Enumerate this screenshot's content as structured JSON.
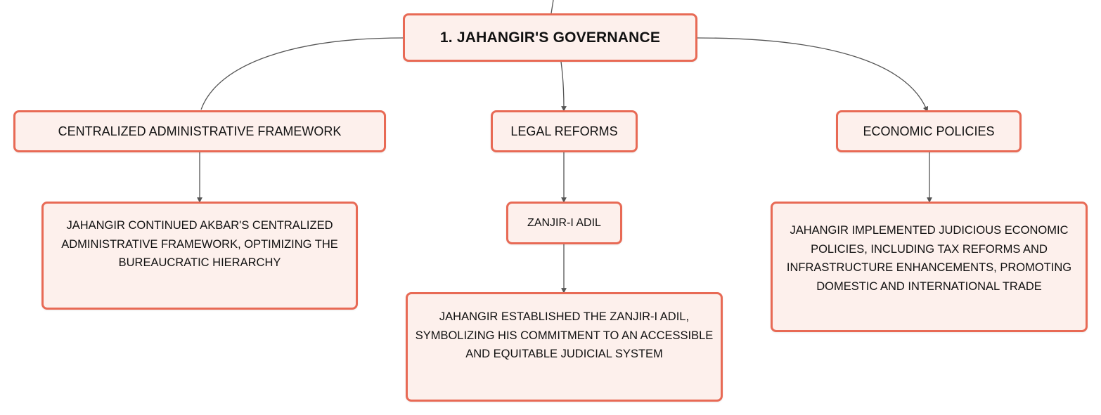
{
  "root": {
    "label": "1. JAHANGIR'S GOVERNANCE"
  },
  "branches": [
    {
      "label": "CENTRALIZED ADMINISTRATIVE FRAMEWORK",
      "detail": "JAHANGIR CONTINUED AKBAR'S CENTRALIZED ADMINISTRATIVE FRAMEWORK, OPTIMIZING THE BUREAUCRATIC HIERARCHY"
    },
    {
      "label": "LEGAL REFORMS",
      "sub_label": "ZANJIR-I ADIL",
      "detail": "JAHANGIR ESTABLISHED THE ZANJIR-I ADIL, SYMBOLIZING HIS COMMITMENT TO AN ACCESSIBLE AND EQUITABLE JUDICIAL SYSTEM"
    },
    {
      "label": "ECONOMIC POLICIES",
      "detail": "JAHANGIR IMPLEMENTED JUDICIOUS ECONOMIC POLICIES, INCLUDING TAX REFORMS AND INFRASTRUCTURE ENHANCEMENTS, PROMOTING DOMESTIC AND INTERNATIONAL TRADE"
    }
  ],
  "colors": {
    "node_border": "#e86a55",
    "node_fill": "#fdf0ec",
    "connector": "#555555",
    "text": "#111111"
  }
}
